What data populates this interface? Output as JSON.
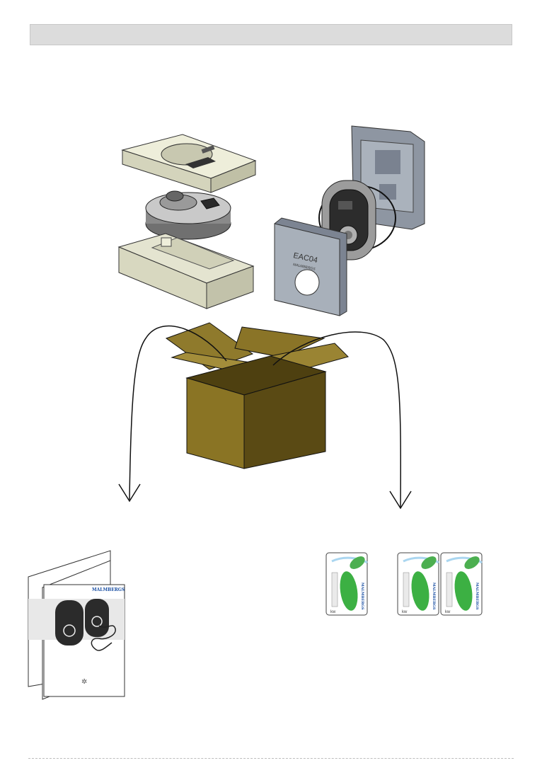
{
  "header": {
    "title": ""
  },
  "wallbox_mount": {
    "label_main": "EAC04",
    "label_sub": "MALMBERGS"
  },
  "manual": {
    "brand": "MALMBERGS"
  },
  "rfid_cards": {
    "count_group_a": 1,
    "count_group_b": 2,
    "brand": "MALMBERGS",
    "logo_text": "kw"
  }
}
